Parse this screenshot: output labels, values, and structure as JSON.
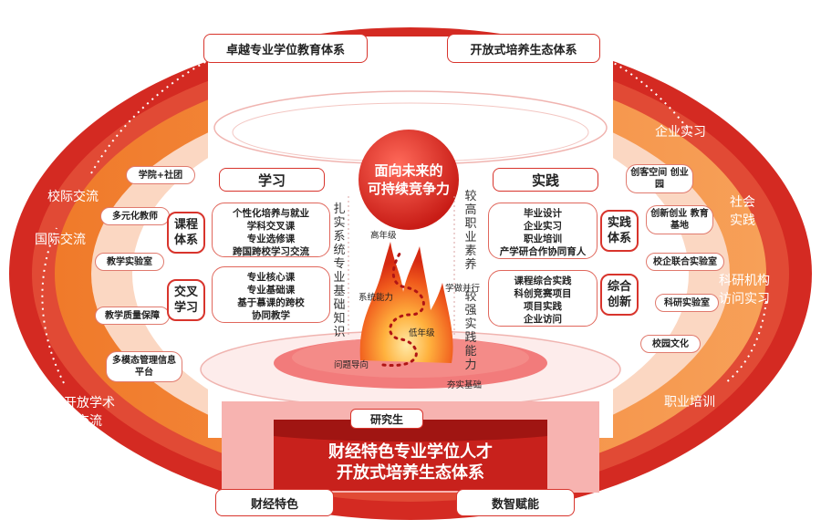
{
  "top_left": "卓越专业学位教育体系",
  "top_right": "开放式培养生态体系",
  "center_title_line1": "面向未来的",
  "center_title_line2": "可持续竞争力",
  "learning": "学习",
  "practice": "实践",
  "left_labels": {
    "l1": "校际交流",
    "l2": "国际交流",
    "l3_line1": "开放学术",
    "l3_line2": "交流"
  },
  "right_labels": {
    "r1": "企业实习",
    "r2_line1": "社会",
    "r2_line2": "实践",
    "r3_line1": "科研机构",
    "r3_line2": "访问实习",
    "r4": "职业培训"
  },
  "left_pills": [
    "学院+社团",
    "多元化教师",
    "教学实验室",
    "教学质量保障",
    "多模态管理信息平台"
  ],
  "right_pills": [
    "创客空间 创业园",
    "创新创业 教育基地",
    "校企联合实验室",
    "科研实验室",
    "校园文化"
  ],
  "course_system": {
    "line1": "课程",
    "line2": "体系"
  },
  "cross_learning": {
    "line1": "交叉",
    "line2": "学习"
  },
  "practice_system": {
    "line1": "实践",
    "line2": "体系"
  },
  "innovation": {
    "line1": "综合",
    "line2": "创新"
  },
  "course_items": [
    "个性化培养与就业",
    "学科交叉课",
    "专业选修课",
    "跨国跨校学习交流"
  ],
  "cross_items": [
    "专业核心课",
    "专业基础课",
    "基于慕课的跨校",
    "协同教学"
  ],
  "practice_items": [
    "毕业设计",
    "企业实习",
    "职业培训",
    "产学研合作协同育人"
  ],
  "innovation_items": [
    "课程综合实践",
    "科创竞赛项目",
    "项目实践",
    "企业访问"
  ],
  "left_vertical": "扎实系统专业基础知识",
  "right_vertical1": "较高职业素养",
  "right_vertical2": "较强实践能力",
  "flame_labels": {
    "high": "高年级",
    "system": "系统能力",
    "low": "低年级",
    "problem": "问题导向",
    "together": "学做并行",
    "foundation": "夯实基础"
  },
  "research_student": "研究生",
  "bottom_title_line1": "财经特色专业学位人才",
  "bottom_title_line2": "开放式培养生态体系",
  "bottom_left": "财经特色",
  "bottom_right": "数智赋能",
  "colors": {
    "red": "#d8342c",
    "orange": "#f28a3a",
    "dark": "#b8201d"
  }
}
